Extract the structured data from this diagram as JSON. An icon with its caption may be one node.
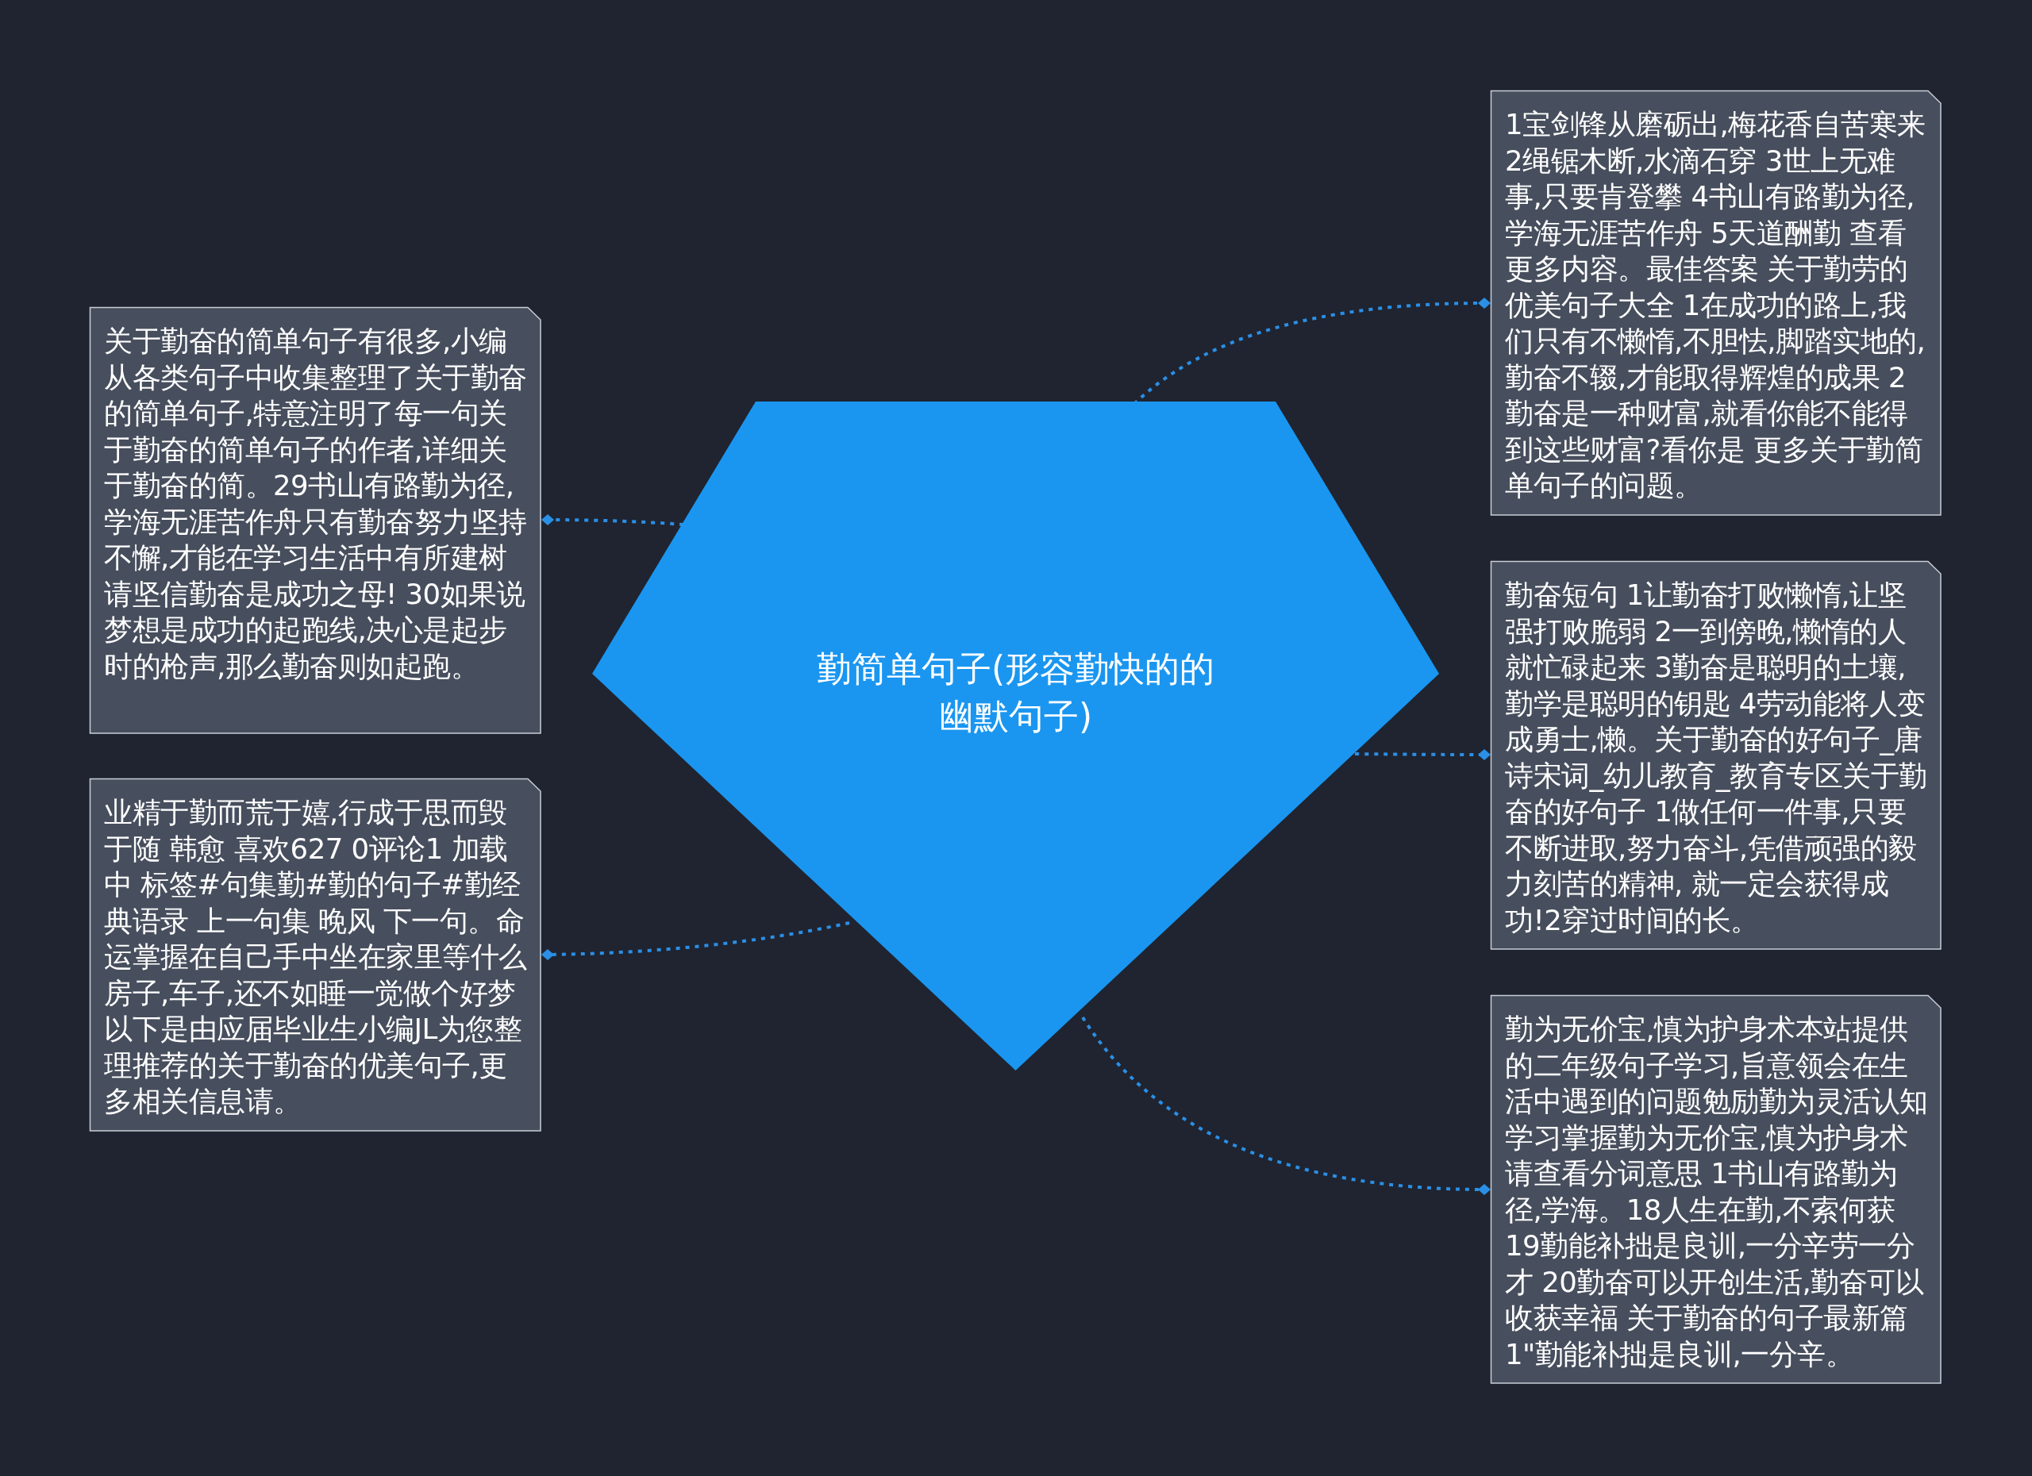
{
  "diagram": {
    "nodes": [
      {
        "text": [
          "勤简单句子(形容勤快的的幽默句子)"
        ]
      },
      {
        "text": [
          "关于勤奋的简单句子有很多,小编从各类句子中收集整理了关于勤奋的简单句子,特意注明了每一句关于勤奋的简单句子的作者,详细关于勤奋的简。29书山有路勤为径,学海无涯苦作舟只有勤奋努力坚持不懈,才能在学习生活中有所建树请坚信勤奋是成功之母! 30如果说梦想是成功的起跑线,决心是起步时的枪声,那么勤奋则如起跑。"
        ]
      },
      {
        "text": [
          "业精于勤而荒于嬉,行成于思而毁于随 韩愈 喜欢627 0评论1 加载中 标签#句集勤#勤的句子#勤经典语录 上一句集 晚风 下一句。命运掌握在自己手中坐在家里等什么房子,车子,还不如睡一觉做个好梦以下是由应届毕业生小编JL为您整理推荐的关于勤奋的优美句子,更多相关信息请。"
        ]
      },
      {
        "text": [
          "1宝剑锋从磨砺出,梅花香自苦寒来 2绳锯木断,水滴石穿 3世上无难事,只要肯登攀 4书山有路勤为径,学海无涯苦作舟 5天道酬勤 查看更多内容。最佳答案 关于勤劳的优美句子大全 1在成功的路上,我们只有不懒惰,不胆怯,脚踏实地的,勤奋不辍,才能取得辉煌的成果 2勤奋是一种财富,就看你能不能得到这些财富?看你是 更多关于勤简单句子的问题。"
        ]
      },
      {
        "text": [
          "勤奋短句 1让勤奋打败懒惰,让坚强打败脆弱 2一到傍晚,懒惰的人就忙碌起来 3勤奋是聪明的土壤,勤学是聪明的钥匙 4劳动能将人变成勇士,懒。关于勤奋的好句子_唐诗宋词_幼儿教育_教育专区关于勤奋的好句子 1做任何一件事,只要不断进取,努力奋斗,凭借顽强的毅力刻苦的精神, 就一定会获得成功!2穿过时间的长。"
        ]
      },
      {
        "text": [
          "勤为无价宝,慎为护身术本站提供的二年级句子学习,旨意领会在生活中遇到的问题勉励勤为灵活认知学习掌握勤为无价宝,慎为护身术请查看分词意思 1书山有路勤为径,学海。18人生在勤,不索何获 19勤能补拙是良训,一分辛劳一分才 20勤奋可以开创生活,勤奋可以收获幸福 关于勤奋的句子最新篇 1\"勤能补拙是良训,一分辛。"
        ]
      }
    ],
    "edges": [
      {
        "from": 0,
        "to": 1,
        "arrow": "other",
        "style": "dashed"
      },
      {
        "from": 0,
        "to": 2,
        "arrow": "other",
        "style": "dashed"
      },
      {
        "from": 0,
        "to": 3,
        "arrow": "other",
        "style": "dashed"
      },
      {
        "from": 0,
        "to": 4,
        "arrow": "other",
        "style": "dashed"
      },
      {
        "from": 0,
        "to": 5,
        "arrow": "other",
        "style": "dashed"
      }
    ]
  }
}
